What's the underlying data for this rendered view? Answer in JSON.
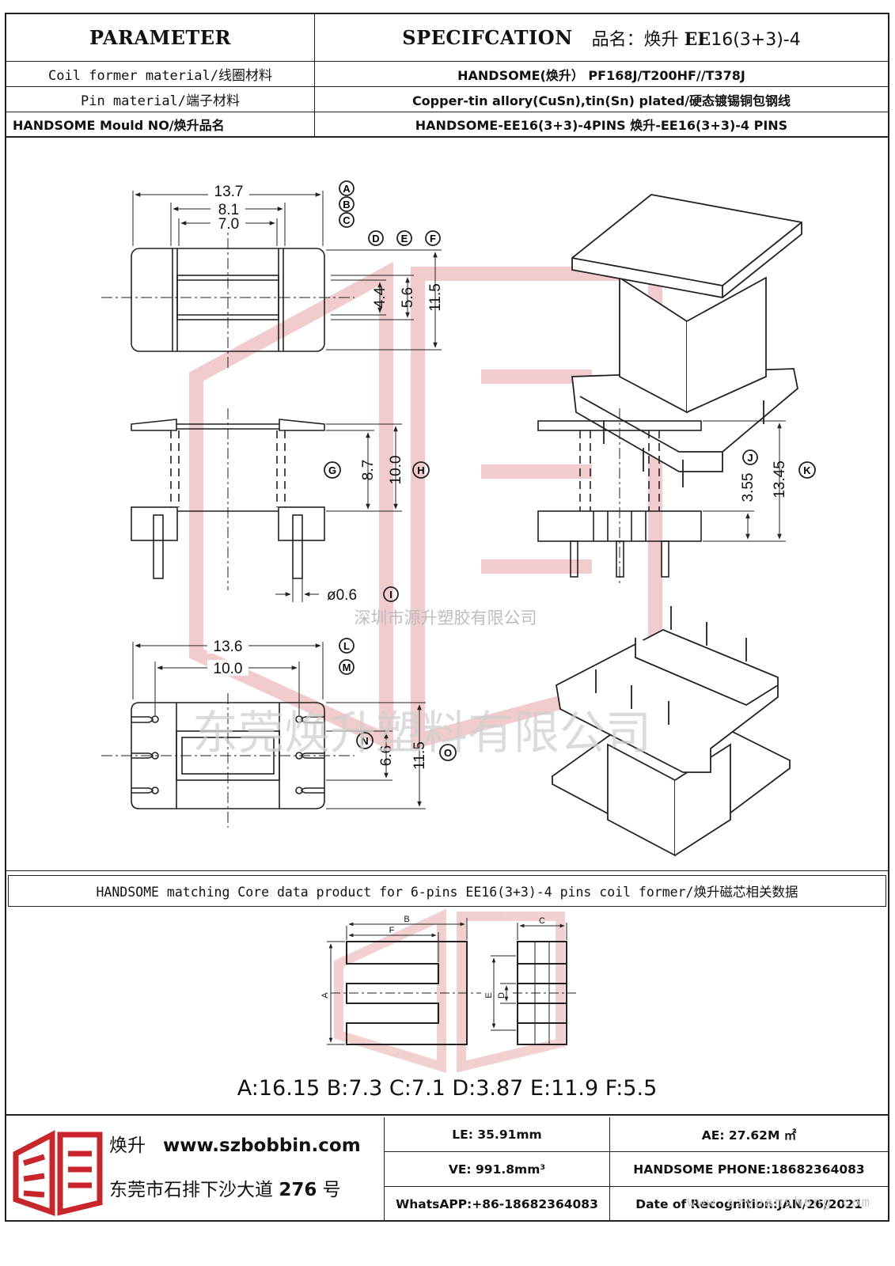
{
  "header": {
    "parameter_label": "PARAMETER",
    "spec_label": "SPECIFCATION",
    "product_prefix": "品名：焕升",
    "product_model_bold": "EE",
    "product_model_rest": "16(3+3)-4"
  },
  "rows": [
    {
      "label": "Coil former material/线圈材料",
      "value": "HANDSOME(焕升）  PF168J/T200HF//T378J"
    },
    {
      "label": "Pin material/端子材料",
      "value": "Copper-tin allory(CuSn),tin(Sn) plated/硬态镀锡铜包钢线"
    },
    {
      "label": "HANDSOME Mould NO/焕升品名",
      "value": "HANDSOME-EE16(3+3)-4PINS    焕升-EE16(3+3)-4 PINS"
    }
  ],
  "drawing": {
    "top_view": {
      "dim_a": "13.7",
      "dim_b": "8.1",
      "dim_c": "7.0",
      "dim_d": "4.4",
      "dim_e": "5.6",
      "dim_f": "11.5",
      "tags_abc": [
        "A",
        "B",
        "C"
      ],
      "tags_def": [
        "D",
        "E",
        "F"
      ]
    },
    "front_view": {
      "dim_g": "8.7",
      "dim_h": "10.0",
      "tag_g": "G",
      "tag_h": "H",
      "pin_dia": "ø0.6",
      "tag_i": "I"
    },
    "side_view": {
      "dim_j": "3.55",
      "dim_k": "13.45",
      "tag_j": "J",
      "tag_k": "K"
    },
    "bottom_view": {
      "dim_l": "13.6",
      "dim_m": "10.0",
      "dim_n": "6.6",
      "dim_o": "11.5",
      "tag_l": "L",
      "tag_m": "M",
      "tag_n": "N",
      "tag_o": "O"
    },
    "watermark_small": "深圳市源升塑胶有限公司",
    "watermark_big": "东莞焕升塑料有限公司"
  },
  "core": {
    "title": "HANDSOME matching Core data  product for 6-pins EE16(3+3)-4 pins coil former/焕升磁芯相关数据",
    "labels": [
      "A",
      "B",
      "C",
      "D",
      "E",
      "F"
    ],
    "dimensions": "A:16.15 B:7.3 C:7.1 D:3.87 E:11.9 F:5.5"
  },
  "footer": {
    "brand_cn": "焕升",
    "website": "www.szbobbin.com",
    "address_prefix": "东莞市石排下沙大道",
    "address_number": "276",
    "address_suffix": "号",
    "le": "LE: 35.91mm",
    "ae": "AE: 27.62M ㎡",
    "ve": "VE: 991.8mm³",
    "phone": "HANDSOME PHONE:18682364083",
    "whatsapp": "WhatsAPP:+86-18682364083",
    "date": "Date of Recognition:JAN/26/2021",
    "watermark_url": "www.szyuansheng.com"
  },
  "colors": {
    "line": "#222222",
    "watermark": "#e8a3a3",
    "logo_red": "#c8262b"
  }
}
